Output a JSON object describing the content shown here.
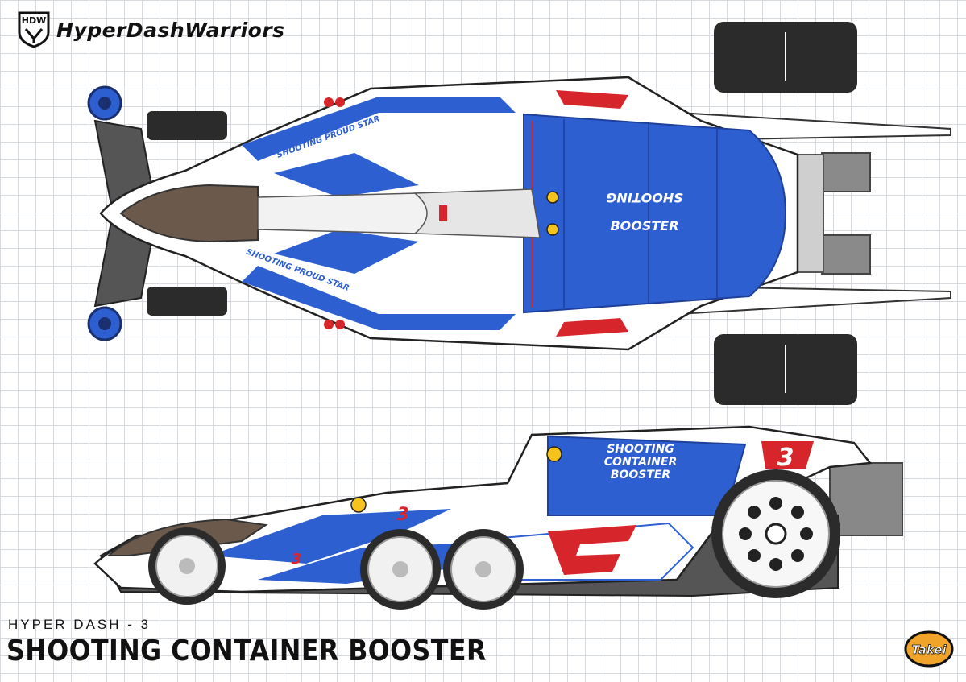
{
  "header": {
    "badge_text": "HDW",
    "logo_text": "HyperDashWarriors"
  },
  "decals": {
    "top_left_decal": "SHOOTING PROUD STAR",
    "bottom_left_decal": "SHOOTING PROUD STAR",
    "container_line1": "SHOOTING",
    "container_line2": "CONTAINER",
    "container_line3": "BOOSTER",
    "number_mark": "3"
  },
  "footer": {
    "series_label": "HYPER DASH - 3",
    "car_name": "SHOOTING CONTAINER BOOSTER",
    "brand_logo": "Takei"
  },
  "colors": {
    "blue": "#2e5fd1",
    "dark_blue": "#1e3f9a",
    "red": "#d7262b",
    "tire": "#2b2b2b",
    "grid": "#d6d9de",
    "brand_orange": "#f0a42a"
  },
  "icons": {
    "logo_badge": "shield-badge-icon",
    "brand": "takei-logo-icon"
  }
}
